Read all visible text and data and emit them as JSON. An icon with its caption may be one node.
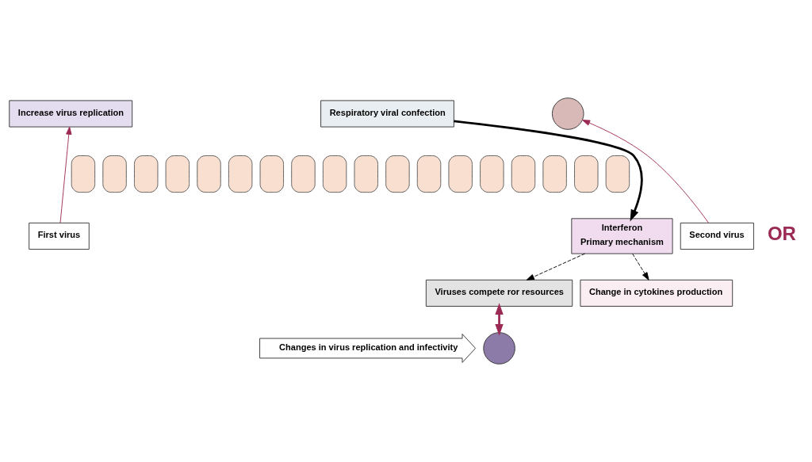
{
  "diagram": {
    "nodes": [
      {
        "text": [
          "Respiratory viral confection"
        ]
      },
      {
        "text": [
          "Increase virus replication"
        ]
      },
      {
        "text": [],
        "shape": "circle"
      },
      {
        "text": [],
        "shape": "box"
      },
      {
        "text": [],
        "shape": "box"
      },
      {
        "text": [],
        "shape": "box"
      },
      {
        "text": [],
        "shape": "box"
      },
      {
        "text": [],
        "shape": "box"
      },
      {
        "text": [],
        "shape": "box"
      },
      {
        "text": [],
        "shape": "box"
      },
      {
        "text": [],
        "shape": "box"
      },
      {
        "text": [],
        "shape": "box"
      },
      {
        "text": [],
        "shape": "box"
      },
      {
        "text": [],
        "shape": "box"
      },
      {
        "text": [],
        "shape": "box"
      },
      {
        "text": [],
        "shape": "box"
      },
      {
        "text": [],
        "shape": "box"
      },
      {
        "text": [],
        "shape": "box"
      },
      {
        "text": [],
        "shape": "box"
      },
      {
        "text": [],
        "shape": "box"
      },
      {
        "text": [],
        "shape": "box"
      },
      {
        "text": [
          "Interferon",
          "Primary mechanism"
        ]
      },
      {
        "text": [
          "Change in cytokines production"
        ]
      },
      {
        "text": [
          "Changes in virus replication and infectivity"
        ]
      },
      {
        "text": [
          "Viruses compete ror resources"
        ]
      },
      {
        "text": [],
        "shape": "circle"
      },
      {
        "text": [
          "First virus"
        ]
      },
      {
        "text": [
          "Second virus"
        ]
      }
    ],
    "edges": [
      {
        "from": 0,
        "to": 21,
        "arrow": "to",
        "style": "thick"
      },
      {
        "from": 21,
        "to": 22,
        "arrow": "to",
        "style": "dashed"
      },
      {
        "from": 21,
        "to": 24,
        "arrow": "to",
        "style": "dashed"
      },
      {
        "from": 24,
        "to": 25,
        "arrow": "both",
        "style": "thick",
        "color": "#9b2a55"
      },
      {
        "from": 26,
        "to": 1,
        "arrow": "to",
        "color": "#9b2a55"
      },
      {
        "from": 27,
        "to": 2,
        "arrow": "to",
        "color": "#9b2a55"
      }
    ],
    "labels": [
      "OR"
    ]
  }
}
